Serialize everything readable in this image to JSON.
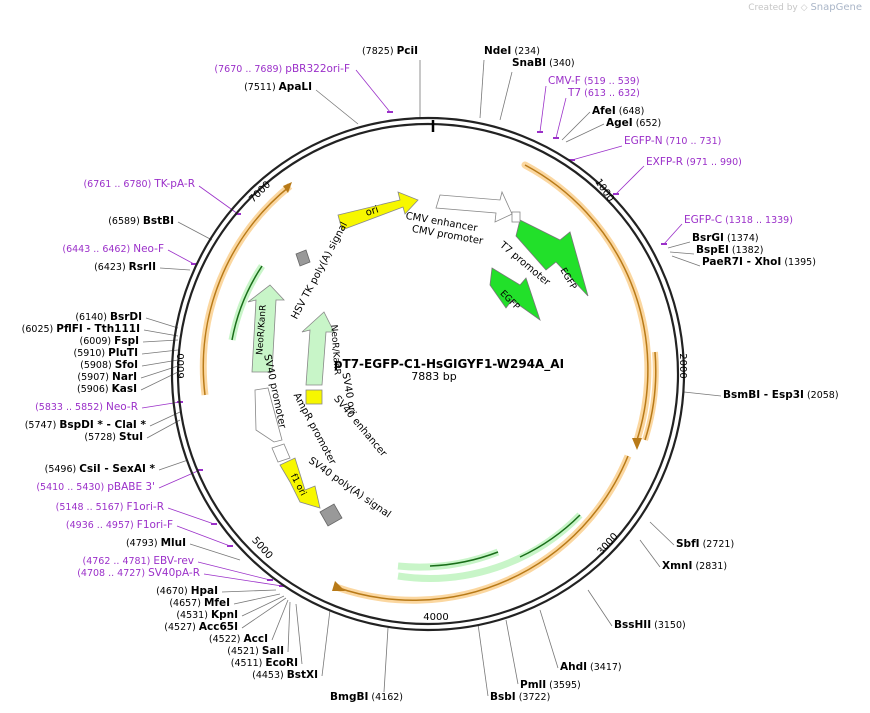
{
  "credit": {
    "prefix": "Created by",
    "brand": "SnapGene"
  },
  "plasmid": {
    "name": "pT7-EGFP-C1-HsGIGYF1-W294A_AI",
    "size_label": "7883 bp",
    "length": 7883
  },
  "tick_labels": [
    "1000",
    "2000",
    "3000",
    "4000",
    "5000",
    "6000",
    "7000"
  ],
  "sites": [
    {
      "name": "PciI",
      "pos": "7825"
    },
    {
      "name": "NdeI",
      "pos": "234"
    },
    {
      "name": "SnaBI",
      "pos": "340"
    },
    {
      "name": "ApaLI",
      "pos": "7511"
    },
    {
      "name": "AfeI",
      "pos": "648"
    },
    {
      "name": "AgeI",
      "pos": "652"
    },
    {
      "name": "BstBI",
      "pos": "6589"
    },
    {
      "name": "RsrII",
      "pos": "6423"
    },
    {
      "name": "BsrGI",
      "pos": "1374"
    },
    {
      "name": "BspEI",
      "pos": "1382"
    },
    {
      "name": "PaeR7I",
      "name2": "- XhoI",
      "pos": "1395"
    },
    {
      "name": "BsrDI",
      "pos": "6140"
    },
    {
      "name": "PflFI",
      "name2": "- Tth111I",
      "pos": "6025",
      "pos_first": true
    },
    {
      "name": "FspI",
      "pos": "6009"
    },
    {
      "name": "PluTI",
      "pos": "5910"
    },
    {
      "name": "SfoI",
      "pos": "5908"
    },
    {
      "name": "NarI",
      "pos": "5907"
    },
    {
      "name": "KasI",
      "pos": "5906"
    },
    {
      "name": "BsmBI",
      "name2": "- Esp3I",
      "pos": "2058"
    },
    {
      "name": "BspDI *",
      "name2": "- ClaI *",
      "pos": "5747"
    },
    {
      "name": "StuI",
      "pos": "5728"
    },
    {
      "name": "CsiI",
      "name2": "- SexAI *",
      "pos": "5496"
    },
    {
      "name": "SbfI",
      "pos": "2721"
    },
    {
      "name": "XmnI",
      "pos": "2831"
    },
    {
      "name": "MluI",
      "pos": "4793"
    },
    {
      "name": "BssHII",
      "pos": "3150"
    },
    {
      "name": "HpaI",
      "pos": "4670"
    },
    {
      "name": "MfeI",
      "pos": "4657"
    },
    {
      "name": "KpnI",
      "pos": "4531"
    },
    {
      "name": "Acc65I",
      "pos": "4527"
    },
    {
      "name": "AccI",
      "pos": "4522"
    },
    {
      "name": "SalI",
      "pos": "4521"
    },
    {
      "name": "EcoRI",
      "pos": "4511"
    },
    {
      "name": "AhdI",
      "pos": "3417"
    },
    {
      "name": "PmlI",
      "pos": "3595"
    },
    {
      "name": "BstXI",
      "pos": "4453"
    },
    {
      "name": "BsbI",
      "pos": "3722"
    },
    {
      "name": "BmgBI",
      "pos": "4162"
    }
  ],
  "primers": [
    {
      "name": "pBR322ori-F",
      "range": "(7670 .. 7689)"
    },
    {
      "name": "CMV-F",
      "range": "(519 .. 539)"
    },
    {
      "name": "T7",
      "range": "(613 .. 632)"
    },
    {
      "name": "EGFP-N",
      "range": "(710 .. 731)"
    },
    {
      "name": "EXFP-R",
      "range": "(971 .. 990)"
    },
    {
      "name": "TK-pA-R",
      "range": "(6761 .. 6780)"
    },
    {
      "name": "EGFP-C",
      "range": "(1318 .. 1339)"
    },
    {
      "name": "Neo-F",
      "range": "(6443 .. 6462)"
    },
    {
      "name": "Neo-R",
      "range": "(5833 .. 5852)"
    },
    {
      "name": "pBABE 3'",
      "range": "(5410 .. 5430)"
    },
    {
      "name": "F1ori-R",
      "range": "(5148 .. 5167)"
    },
    {
      "name": "F1ori-F",
      "range": "(4936 .. 4957)"
    },
    {
      "name": "EBV-rev",
      "range": "(4762 .. 4781)"
    },
    {
      "name": "SV40pA-R",
      "range": "(4708 .. 4727)"
    }
  ],
  "features": [
    {
      "name": "ori"
    },
    {
      "name": "CMV enhancer"
    },
    {
      "name": "CMV promoter"
    },
    {
      "name": "T7 promoter"
    },
    {
      "name": "EGFP"
    },
    {
      "name": "EGFP"
    },
    {
      "name": "HSV TK poly(A) signal"
    },
    {
      "name": "NeoR/KanR"
    },
    {
      "name": "NeoR/KanR"
    },
    {
      "name": "SV40 ori"
    },
    {
      "name": "SV40 enhancer"
    },
    {
      "name": "SV40 promoter"
    },
    {
      "name": "AmpR promoter"
    },
    {
      "name": "SV40 poly(A) signal"
    },
    {
      "name": "f1 ori"
    }
  ],
  "colors": {
    "site": "#000000",
    "primer": "#9b30c9",
    "ori": "#f7f700",
    "egfp": "#22e02a",
    "neo": "#c8f5c8",
    "orf_band": "#fbd7a0",
    "orf_arrow": "#b87a18",
    "backbone": "#222222"
  }
}
